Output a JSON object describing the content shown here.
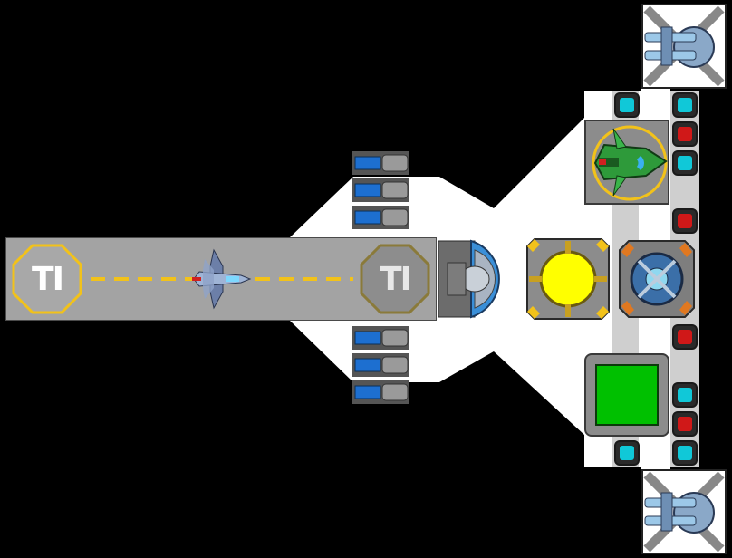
{
  "scene": {
    "background": "#000000",
    "hull_color": "#ffffff",
    "strip_color": "#a3a3a3",
    "stripe_color": "#f2c21a"
  },
  "landing_pads": [
    {
      "label": "TI",
      "ring_color": "#f2c21a",
      "fill": "#a8a8a8"
    },
    {
      "label": "TI",
      "ring_color": "#8a7a3a",
      "fill": "#8d8d8d"
    }
  ],
  "ship": {
    "icon": "starfighter-icon",
    "color": "#9fb4d6"
  },
  "hangar_bays": {
    "icon": "hangar-bay-icon",
    "upper_count": 3,
    "lower_count": 3
  },
  "modules": {
    "reactor_core_color": "#ffff00",
    "shield_icon": "shield-generator-icon",
    "cargo_color": "#00c000",
    "docked_ship_icon": "green-ship-icon",
    "docked_ship_ring": "#f2c21a"
  },
  "sockets": {
    "cyan": "#10c8d8",
    "red": "#d01818"
  },
  "turrets": {
    "icon": "cannon-turret-icon",
    "count": 2
  }
}
